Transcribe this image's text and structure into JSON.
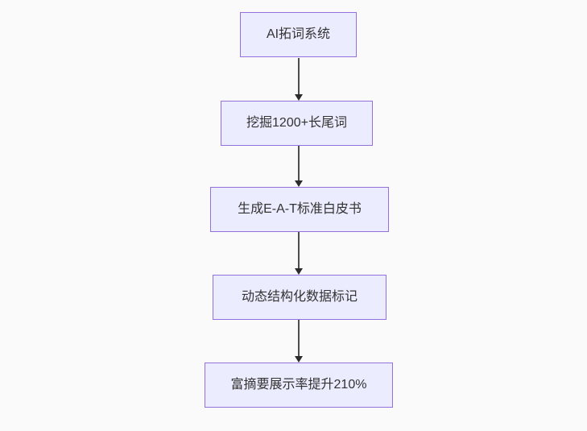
{
  "diagram": {
    "type": "flowchart-top-down",
    "background_color": "#fafafa",
    "node_fill_color": "#ECECFF",
    "node_border_color": "#9370DB",
    "node_text_color": "#333333",
    "arrow_color": "#333333",
    "nodes": [
      {
        "id": "n1",
        "label": "AI拓词系统"
      },
      {
        "id": "n2",
        "label": "挖掘1200+长尾词"
      },
      {
        "id": "n3",
        "label": "生成E-A-T标准白皮书"
      },
      {
        "id": "n4",
        "label": "动态结构化数据标记"
      },
      {
        "id": "n5",
        "label": "富摘要展示率提升210%"
      }
    ],
    "edges": [
      {
        "from": "n1",
        "to": "n2"
      },
      {
        "from": "n2",
        "to": "n3"
      },
      {
        "from": "n3",
        "to": "n4"
      },
      {
        "from": "n4",
        "to": "n5"
      }
    ]
  }
}
